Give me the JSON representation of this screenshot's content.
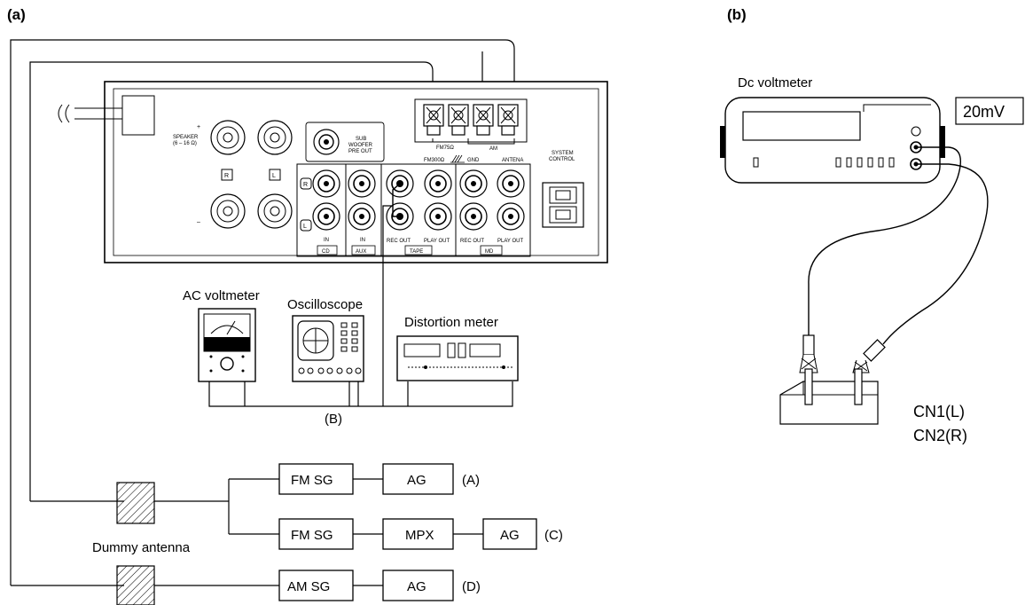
{
  "panel_a": {
    "label": "(a)",
    "amp": {
      "speaker_label": "SPEAKER",
      "speaker_ohm": "(6 – 16 Ω)",
      "plus": "+",
      "minus": "–",
      "r_mark": "R",
      "l_mark": "L",
      "r_jack_mark": "R",
      "l_jack_mark": "L",
      "sub_line1": "SUB",
      "sub_line2": "WOOFER",
      "sub_line3": "PRE OUT",
      "fm75": "FM75Ω",
      "am": "AM",
      "fm300": "FM300Ω",
      "gnd": "GND",
      "antena": "ANTENA",
      "system_control_1": "SYSTEM",
      "system_control_2": "CONTROL",
      "in_cd": "IN",
      "cd": "CD",
      "in_aux": "IN",
      "aux": "AUX",
      "rec_out_tape": "REC OUT",
      "play_out_tape": "PLAY OUT",
      "tape": "TAPE",
      "rec_out_md": "REC OUT",
      "play_out_md": "PLAY OUT",
      "md": "MD"
    },
    "instruments": {
      "ac_voltmeter": "AC voltmeter",
      "oscilloscope": "Oscilloscope",
      "distortion_meter": "Distortion meter",
      "b_label": "(B)"
    },
    "generators": {
      "fm_sg_1": "FM SG",
      "ag_1": "AG",
      "a_label": "(A)",
      "fm_sg_2": "FM SG",
      "mpx": "MPX",
      "ag_2": "AG",
      "c_label": "(C)",
      "dummy_antenna": "Dummy antenna",
      "am_sg": "AM SG",
      "ag_3": "AG",
      "d_label": "(D)"
    }
  },
  "panel_b": {
    "label": "(b)",
    "dc_voltmeter": "Dc voltmeter",
    "range": "20mV",
    "cn1": "CN1(L)",
    "cn2": "CN2(R)"
  }
}
